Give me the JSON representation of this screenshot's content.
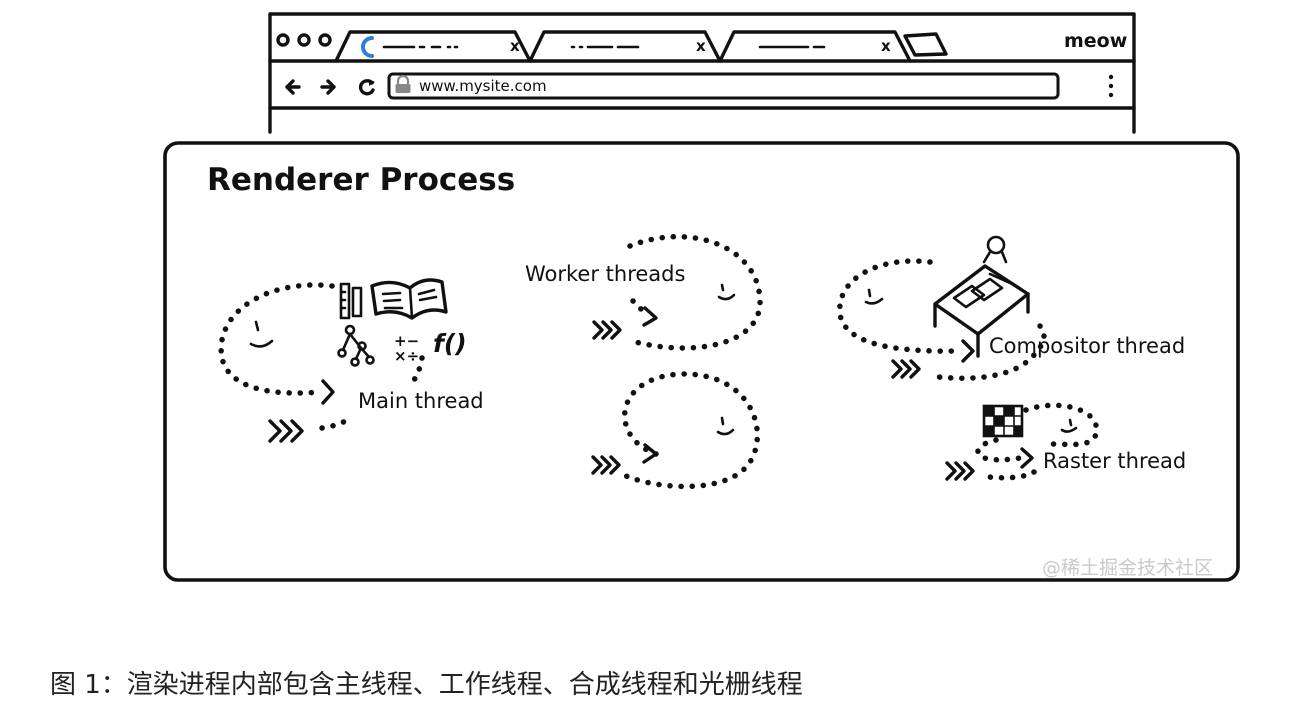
{
  "browser": {
    "brand": "meow",
    "address": "www.mysite.com",
    "tab_close_glyph": "x",
    "icons": [
      "window-control-icon",
      "loading-spinner-icon",
      "back-arrow-icon",
      "forward-arrow-icon",
      "reload-icon",
      "lock-icon",
      "more-menu-icon"
    ]
  },
  "renderer": {
    "title": "Renderer Process",
    "threads": {
      "main": "Main thread",
      "worker": "Worker threads",
      "compositor": "Compositor thread",
      "raster": "Raster thread"
    },
    "math_symbols": "+−\n×÷",
    "function_symbol": "f()"
  },
  "watermark": "@稀土掘金技术社区",
  "caption": "图 1：渲染进程内部包含主线程、工作线程、合成线程和光栅线程"
}
